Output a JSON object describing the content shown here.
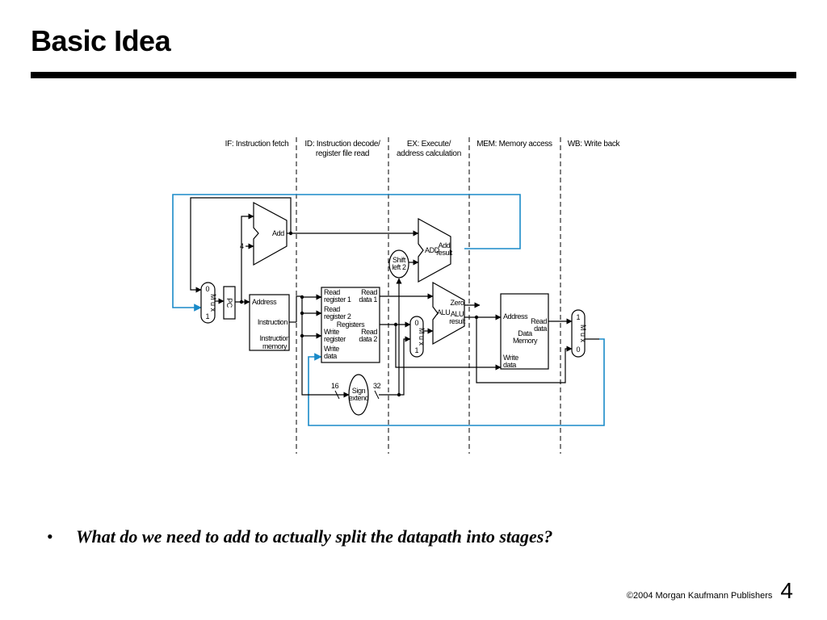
{
  "slide": {
    "title": "Basic Idea",
    "bullet_symbol": "•",
    "bullet_text": "What do we need to add to actually split the datapath into stages?",
    "copyright": "©2004 Morgan Kaufmann Publishers",
    "page_number": "4"
  },
  "diagram": {
    "stages": {
      "if": "IF: Instruction fetch",
      "id_line1": "ID: Instruction decode/",
      "id_line2": "register file read",
      "ex_line1": "EX: Execute/",
      "ex_line2": "address calculation",
      "mem": "MEM: Memory access",
      "wb": "WB: Write back"
    },
    "labels": {
      "four": "4",
      "add": "Add",
      "pc": "PC",
      "mux_0": "0",
      "mux_word": "M u x",
      "mux_1": "1",
      "imem_address": "Address",
      "imem_instruction": "Instruction",
      "imem_name1": "Instruction",
      "imem_name2": "memory",
      "read_reg1_a": "Read",
      "read_reg1_b": "register 1",
      "read_reg2_a": "Read",
      "read_reg2_b": "register 2",
      "write_reg_a": "Write",
      "write_reg_b": "register",
      "write_data_a": "Write",
      "write_data_b": "data",
      "read_data1_a": "Read",
      "read_data1_b": "data 1",
      "read_data2_a": "Read",
      "read_data2_b": "data 2",
      "registers": "Registers",
      "shift_a": "Shift",
      "shift_b": "left 2",
      "add_label": "ADD",
      "add_result_a": "Add",
      "add_result_b": "result",
      "zero": "Zero",
      "alu": "ALU",
      "alu_result_a": "ALU",
      "alu_result_b": "result",
      "dmem_address": "Address",
      "dmem_read_a": "Read",
      "dmem_read_b": "data",
      "dmem_name1": "Data",
      "dmem_name2": "Memory",
      "dmem_write_a": "Write",
      "dmem_write_b": "data",
      "sign_a": "Sign",
      "sign_b": "extend",
      "bits16": "16",
      "bits32": "32"
    },
    "colors": {
      "line": "#000000",
      "feedback": "#1a8ac8"
    }
  }
}
